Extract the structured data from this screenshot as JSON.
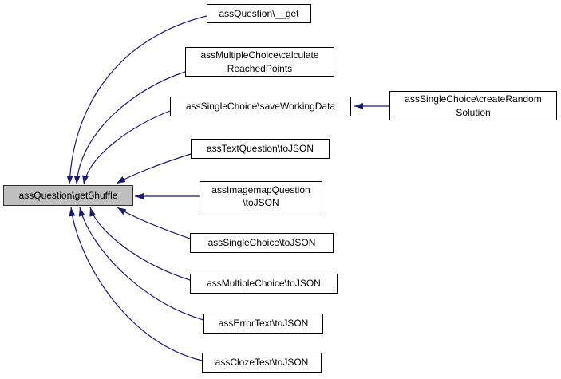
{
  "diagram": {
    "type": "call-graph",
    "description": "Caller graph: arrows point from calling functions to the called function",
    "colors": {
      "background": "#ffffff",
      "edge": "#191970",
      "node_fill": "#ffffff",
      "node_border": "#000000",
      "main_node_fill": "#bfbfbf",
      "text": "#000000"
    },
    "main_node": {
      "label": "assQuestion\\getShuffle",
      "lines": [
        "assQuestion\\getShuffle"
      ]
    },
    "nodes": [
      {
        "label": "assQuestion\\__get",
        "lines": [
          "assQuestion\\__get"
        ]
      },
      {
        "label": "assMultipleChoice\\calculateReachedPoints",
        "lines": [
          "assMultipleChoice\\calculate",
          "ReachedPoints"
        ]
      },
      {
        "label": "assSingleChoice\\saveWorkingData",
        "lines": [
          "assSingleChoice\\saveWorkingData"
        ]
      },
      {
        "label": "assSingleChoice\\createRandomSolution",
        "lines": [
          "assSingleChoice\\createRandom",
          "Solution"
        ]
      },
      {
        "label": "assTextQuestion\\toJSON",
        "lines": [
          "assTextQuestion\\toJSON"
        ]
      },
      {
        "label": "assImagemapQuestion\\toJSON",
        "lines": [
          "assImagemapQuestion",
          "\\toJSON"
        ]
      },
      {
        "label": "assSingleChoice\\toJSON",
        "lines": [
          "assSingleChoice\\toJSON"
        ]
      },
      {
        "label": "assMultipleChoice\\toJSON",
        "lines": [
          "assMultipleChoice\\toJSON"
        ]
      },
      {
        "label": "assErrorText\\toJSON",
        "lines": [
          "assErrorText\\toJSON"
        ]
      },
      {
        "label": "assClozeTest\\toJSON",
        "lines": [
          "assClozeTest\\toJSON"
        ]
      }
    ],
    "edges": [
      {
        "from": "assQuestion\\__get",
        "to": "assQuestion\\getShuffle"
      },
      {
        "from": "assMultipleChoice\\calculateReachedPoints",
        "to": "assQuestion\\getShuffle"
      },
      {
        "from": "assSingleChoice\\saveWorkingData",
        "to": "assQuestion\\getShuffle"
      },
      {
        "from": "assTextQuestion\\toJSON",
        "to": "assQuestion\\getShuffle"
      },
      {
        "from": "assImagemapQuestion\\toJSON",
        "to": "assQuestion\\getShuffle"
      },
      {
        "from": "assSingleChoice\\toJSON",
        "to": "assQuestion\\getShuffle"
      },
      {
        "from": "assMultipleChoice\\toJSON",
        "to": "assQuestion\\getShuffle"
      },
      {
        "from": "assErrorText\\toJSON",
        "to": "assQuestion\\getShuffle"
      },
      {
        "from": "assClozeTest\\toJSON",
        "to": "assQuestion\\getShuffle"
      },
      {
        "from": "assSingleChoice\\createRandomSolution",
        "to": "assSingleChoice\\saveWorkingData"
      }
    ]
  }
}
